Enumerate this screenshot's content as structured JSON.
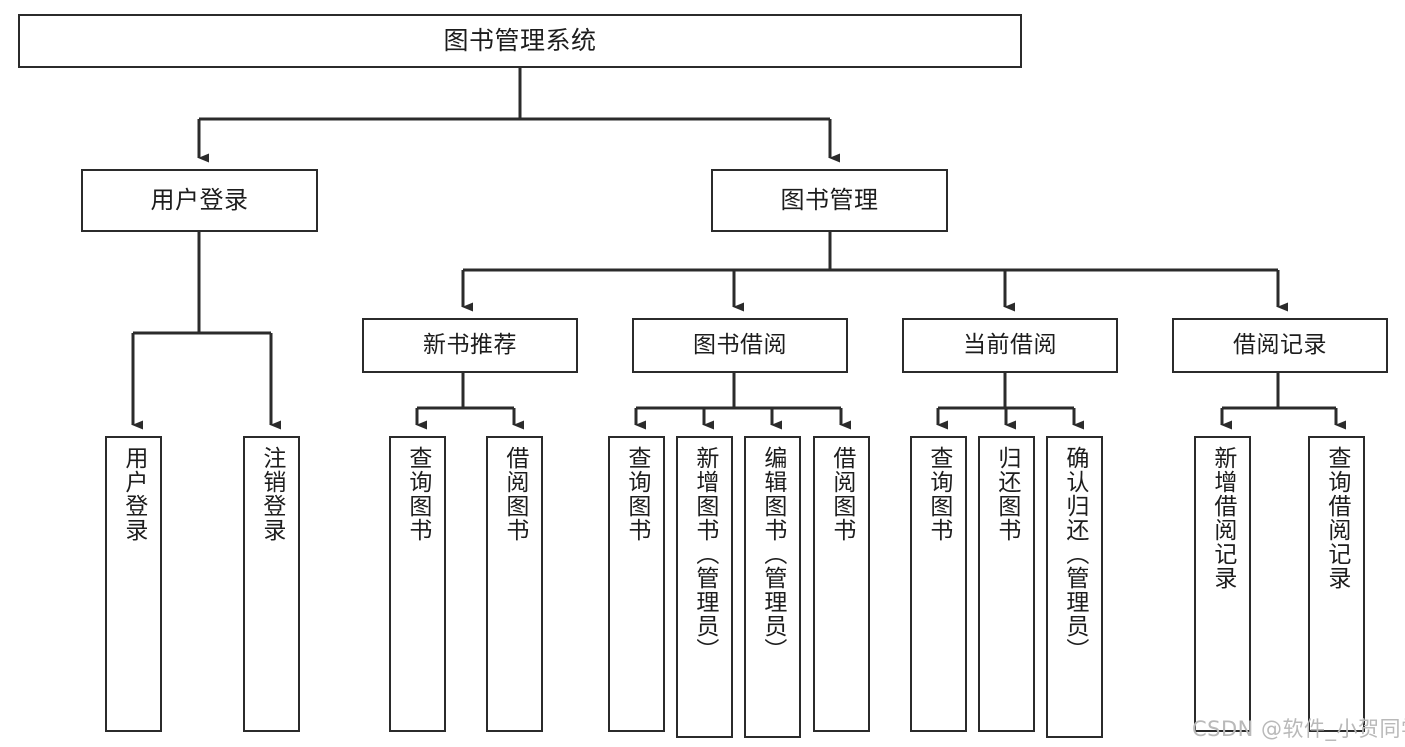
{
  "diagram": {
    "title": "图书管理系统",
    "type": "tree",
    "orientation": "top-down",
    "edge_color": "#2b2b2b",
    "box_border_color": "#2b2b2b",
    "box_fill_color": "#ffffff",
    "text_color": "#1d1d1d"
  },
  "nodes": {
    "root": {
      "label": "图书管理系统",
      "level": 1
    },
    "l2": [
      {
        "id": "user-login",
        "label": "用户登录",
        "level": 2
      },
      {
        "id": "book-manage",
        "label": "图书管理",
        "level": 2
      }
    ],
    "l3": [
      {
        "id": "new-book-recommend",
        "label": "新书推荐",
        "level": 3,
        "parent": "book-manage"
      },
      {
        "id": "book-borrow",
        "label": "图书借阅",
        "level": 3,
        "parent": "book-manage"
      },
      {
        "id": "current-borrow",
        "label": "当前借阅",
        "level": 3,
        "parent": "book-manage"
      },
      {
        "id": "borrow-record",
        "label": "借阅记录",
        "level": 3,
        "parent": "book-manage"
      }
    ],
    "leaves": [
      {
        "id": "leaf-user-login",
        "label": "用户登录",
        "parent": "user-login"
      },
      {
        "id": "leaf-logout-login",
        "label": "注销登录",
        "parent": "user-login"
      },
      {
        "id": "leaf-query-book-1",
        "label": "查询图书",
        "parent": "new-book-recommend"
      },
      {
        "id": "leaf-borrow-book-1",
        "label": "借阅图书",
        "parent": "new-book-recommend"
      },
      {
        "id": "leaf-query-book-2",
        "label": "查询图书",
        "parent": "book-borrow"
      },
      {
        "id": "leaf-add-book-admin",
        "label": "新增图书（管理员）",
        "parent": "book-borrow"
      },
      {
        "id": "leaf-edit-book-admin",
        "label": "编辑图书（管理员）",
        "parent": "book-borrow"
      },
      {
        "id": "leaf-borrow-book-2",
        "label": "借阅图书",
        "parent": "book-borrow"
      },
      {
        "id": "leaf-query-book-3",
        "label": "查询图书",
        "parent": "current-borrow"
      },
      {
        "id": "leaf-return-book",
        "label": "归还图书",
        "parent": "current-borrow"
      },
      {
        "id": "leaf-confirm-return-admin",
        "label": "确认归还（管理员）",
        "parent": "current-borrow"
      },
      {
        "id": "leaf-add-borrow-record",
        "label": "新增借阅记录",
        "parent": "borrow-record"
      },
      {
        "id": "leaf-query-borrow-record",
        "label": "查询借阅记录",
        "parent": "borrow-record"
      }
    ]
  },
  "watermark": {
    "text": "CSDN @软件_小贺同学",
    "color": "#b9b9b9"
  }
}
